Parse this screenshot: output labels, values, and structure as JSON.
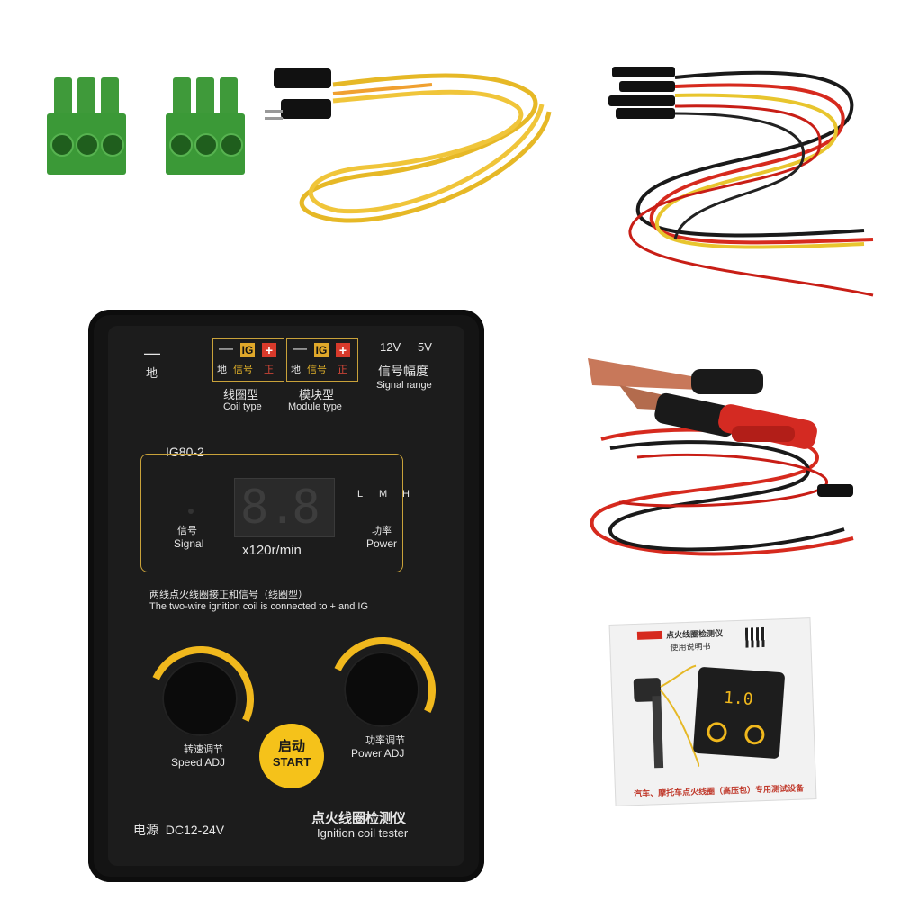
{
  "device": {
    "ground_symbol": "—",
    "ground_label": "地",
    "coil_block": {
      "minus": "—",
      "ig": "IG",
      "plus": "+",
      "t1": "地",
      "t2": "信号",
      "t3": "正",
      "cn": "线圈型",
      "en": "Coil type"
    },
    "module_block": {
      "minus": "—",
      "ig": "IG",
      "plus": "+",
      "t1": "地",
      "t2": "信号",
      "t3": "正",
      "cn": "模块型",
      "en": "Module type"
    },
    "signal_range": {
      "v12": "12V",
      "v5": "5V",
      "cn": "信号幅度",
      "en": "Signal range"
    },
    "model": "IG80-2",
    "display": {
      "digits": [
        "8.",
        "8"
      ],
      "unit": "x120r/min"
    },
    "signal_label_cn": "信号",
    "signal_label_en": "Signal",
    "power_levels": [
      "L",
      "M",
      "H"
    ],
    "power_label_cn": "功率",
    "power_label_en": "Power",
    "instruction_cn": "两线点火线圈接正和信号（线圈型）",
    "instruction_en": "The two-wire ignition coil is connected to + and IG",
    "speed_cn": "转速调节",
    "speed_en": "Speed ADJ",
    "power_adj_cn": "功率调节",
    "power_adj_en": "Power ADJ",
    "start_cn": "启动",
    "start_en": "START",
    "supply": "电源  DC12-24V",
    "product_cn": "点火线圈检测仪",
    "product_en": "Ignition coil tester"
  },
  "manual": {
    "title": "点火线圈检测仪",
    "subtitle": "使用说明书",
    "screen_value": "1.0",
    "footer": "汽车、摩托车点火线圈（高压包）专用测试设备"
  },
  "colors": {
    "accent_yellow": "#f0b81d",
    "terminal_green": "#3b9937",
    "wire_red": "#d62a1e",
    "wire_yellow": "#e8c52e"
  }
}
